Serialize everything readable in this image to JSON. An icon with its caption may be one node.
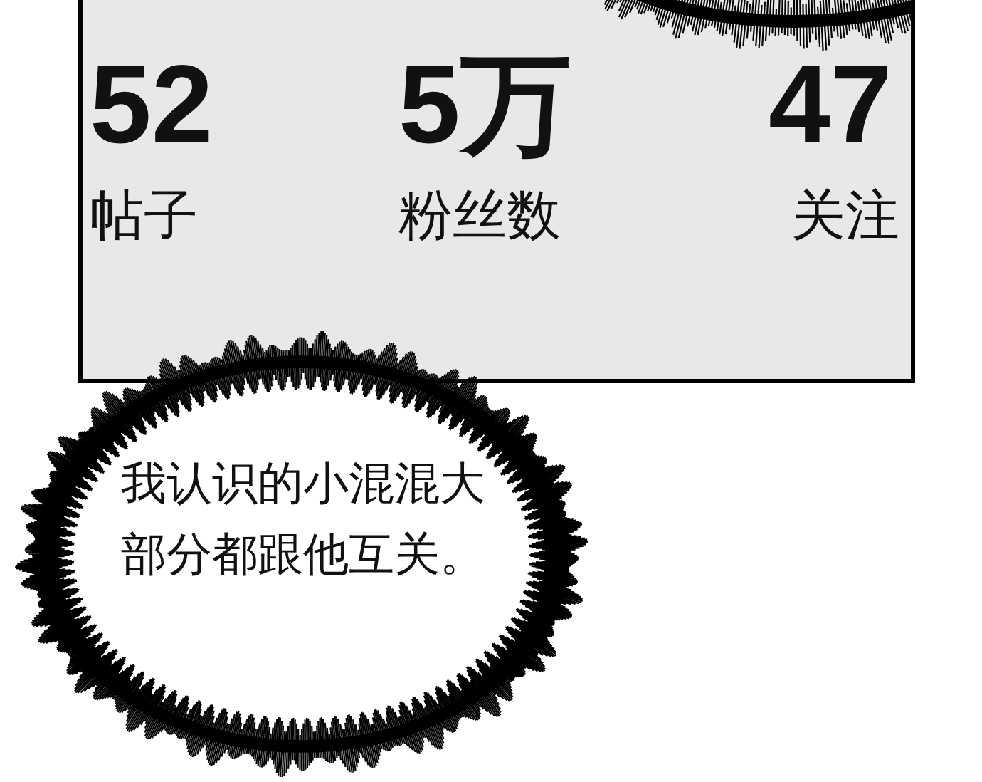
{
  "diagram": {
    "nodes": [
      {
        "text": [
          "52",
          "帖子",
          "5万",
          "粉丝数",
          "47",
          "关注"
        ]
      },
      {
        "text": [
          "我认识的小混混大部分都跟他互关。"
        ]
      }
    ]
  }
}
